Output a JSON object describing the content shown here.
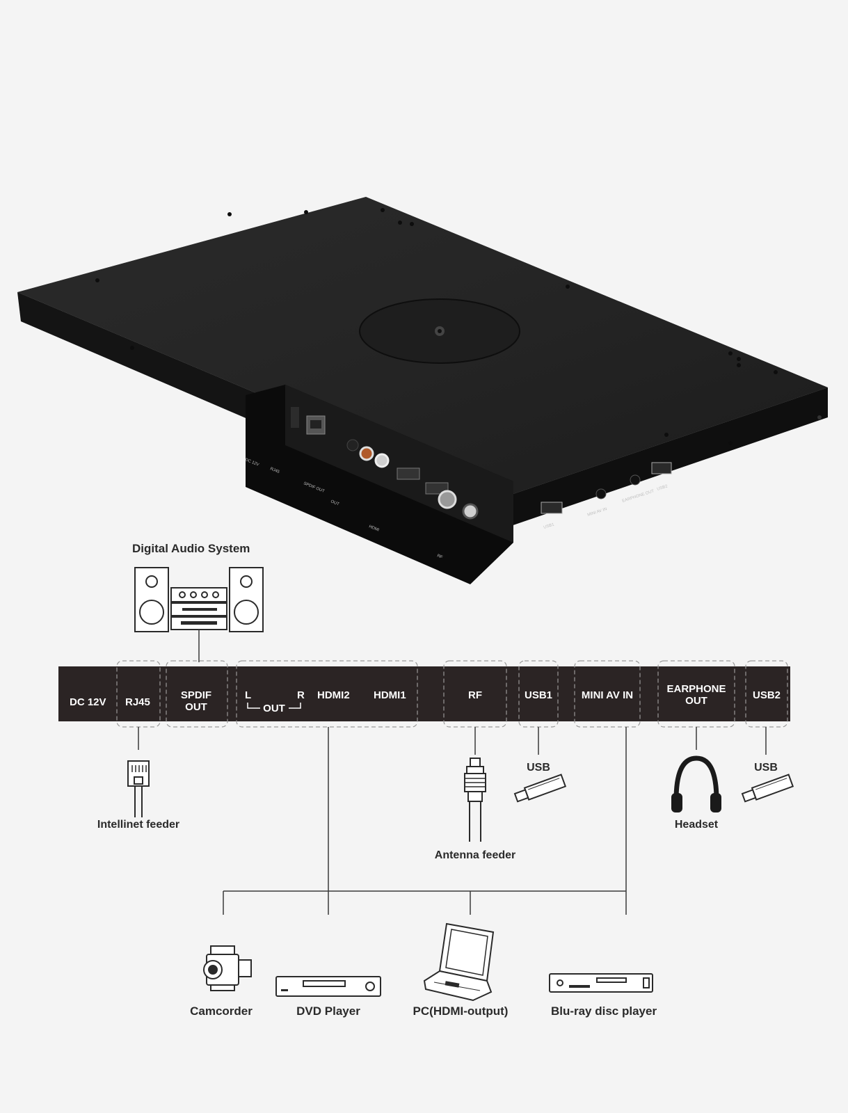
{
  "device": {
    "silkscreen": {
      "dc": "DC 12V",
      "rj45": "RJ45",
      "spdif": "SPDIF OUT",
      "out": "OUT",
      "hdmi": "HDMI",
      "usb1": "USB1",
      "mini_av": "MINI AV IN",
      "earphone": "EARPHONE OUT",
      "usb2": "USB2",
      "rf": "RF"
    }
  },
  "title_audio": "Digital Audio System",
  "bar": {
    "dc": "DC 12V",
    "rj45": "RJ45",
    "spdif_1": "SPDIF",
    "spdif_2": "OUT",
    "l": "L",
    "r": "R",
    "out": "OUT",
    "hdmi2": "HDMI2",
    "hdmi1": "HDMI1",
    "rf": "RF",
    "usb1": "USB1",
    "mini_av": "MINI AV IN",
    "earphone_1": "EARPHONE",
    "earphone_2": "OUT",
    "usb2": "USB2"
  },
  "labels": {
    "intellinet": "Intellinet feeder",
    "usb_a": "USB",
    "usb_b": "USB",
    "antenna": "Antenna feeder",
    "headset": "Headset",
    "camcorder": "Camcorder",
    "dvd": "DVD Player",
    "pc": "PC(HDMI-output)",
    "bluray": "Blu-ray disc player"
  },
  "colors": {
    "bar": "#2b2424",
    "device": "#1c1c1c",
    "background": "#f4f4f4"
  }
}
